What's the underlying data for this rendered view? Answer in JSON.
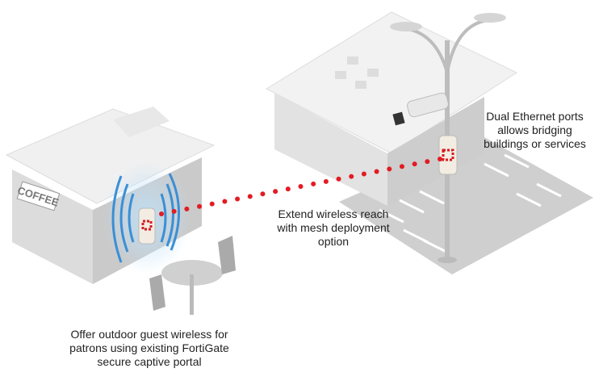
{
  "sign_text": "COFFEE",
  "captions": {
    "bridging": [
      "Dual Ethernet ports",
      "allows bridging",
      "buildings or services"
    ],
    "mesh": [
      "Extend wireless reach",
      "with mesh deployment",
      "option"
    ],
    "guest": [
      "Offer outdoor guest wireless for",
      "patrons using existing FortiGate",
      "secure captive portal"
    ]
  },
  "colors": {
    "link_dots": "#e31b23",
    "wifi_waves": "#3a8fd6",
    "building": "#e6e6e6",
    "logo": "#d71920"
  }
}
